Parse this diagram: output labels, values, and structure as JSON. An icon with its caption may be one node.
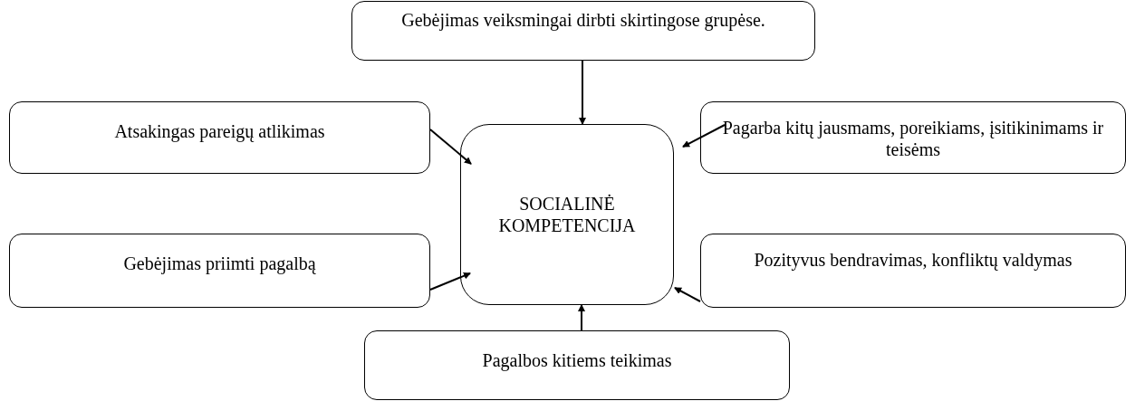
{
  "diagram": {
    "nodes": [
      {
        "text": [
          "Gebėjimas veiksmingai dirbti skirtingose grupėse."
        ]
      },
      {
        "text": [
          "Atsakingas pareigų atlikimas"
        ]
      },
      {
        "text": [
          "SOCIALINĖ KOMPETENCIJA"
        ]
      },
      {
        "text": [
          "Pagarba kitų jausmams, poreikiams, įsitikinimams ir teisėms"
        ]
      },
      {
        "text": [
          "Gebėjimas priimti pagalbą"
        ]
      },
      {
        "text": [
          "Pozityvus bendravimas, konfliktų valdymas"
        ]
      },
      {
        "text": [
          "Pagalbos kitiems teikimas"
        ]
      }
    ],
    "edges": [
      {
        "from": 0,
        "to": 2,
        "arrow": "to"
      },
      {
        "from": 1,
        "to": 2,
        "arrow": "to"
      },
      {
        "from": 3,
        "to": 2,
        "arrow": "to"
      },
      {
        "from": 4,
        "to": 2,
        "arrow": "to"
      },
      {
        "from": 5,
        "to": 2,
        "arrow": "to"
      },
      {
        "from": 6,
        "to": 2,
        "arrow": "to"
      }
    ]
  }
}
